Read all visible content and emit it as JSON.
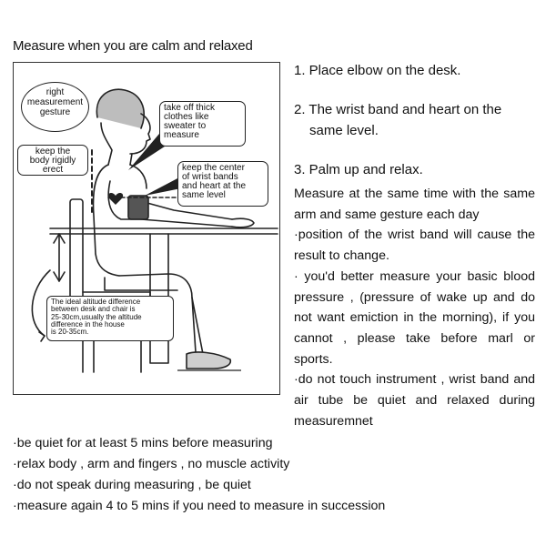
{
  "heading": "Measure when you are calm and relaxed",
  "callouts": {
    "gesture_oval": [
      "right",
      "measurement",
      "gesture"
    ],
    "keep_body": [
      "keep the",
      "body rigidly",
      "erect"
    ],
    "clothes": [
      "take off thick",
      "clothes like",
      "sweater to",
      "measure"
    ],
    "center": [
      "keep the center",
      "of wrist bands",
      "and heart at the",
      "same level"
    ],
    "altitude": [
      "The ideal altitude difference",
      "between desk and chair is",
      "25-30cm,usually the altitude",
      "difference in the house",
      "is 20-35cm."
    ]
  },
  "steps": {
    "step1": "1. Place elbow on the desk.",
    "step2_line1": "2. The wrist band and heart on the",
    "step2_line2": "same level.",
    "step3": "3. Palm up and relax."
  },
  "paragraphs": [
    "Measure at the same time with the same arm and same gesture each day",
    "·position of the wrist band will cause the result to change.",
    "· you'd better measure your basic blood pressure , (pressure of wake up and do not want emiction in the morning), if you cannot , please take before marl or sports.",
    "·do not touch instrument , wrist band and air tube be quiet and relaxed during measuremnet"
  ],
  "bottom_list": [
    "·be quiet for at least 5 mins before measuring",
    "·relax body , arm and fingers , no muscle activity",
    "·do not speak during measuring , be quiet",
    "·measure again 4 to 5 mins if you need to measure in succession"
  ]
}
